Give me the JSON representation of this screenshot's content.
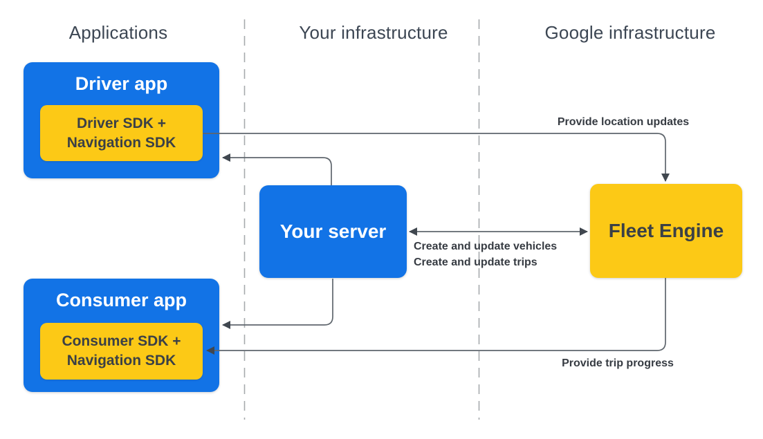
{
  "columns": [
    {
      "label": "Applications"
    },
    {
      "label": "Your infrastructure"
    },
    {
      "label": "Google infrastructure"
    }
  ],
  "nodes": {
    "driver_app": {
      "title": "Driver app",
      "sdk_line1": "Driver SDK +",
      "sdk_line2": "Navigation SDK"
    },
    "consumer_app": {
      "title": "Consumer app",
      "sdk_line1": "Consumer SDK +",
      "sdk_line2": "Navigation SDK"
    },
    "your_server": {
      "title": "Your server"
    },
    "fleet_engine": {
      "title": "Fleet Engine"
    }
  },
  "edges": {
    "provide_location_updates": {
      "label": "Provide location updates"
    },
    "create_and_update": {
      "line1": "Create and update vehicles",
      "line2": "Create and update trips"
    },
    "provide_trip_progress": {
      "label": "Provide trip progress"
    }
  },
  "colors": {
    "node_blue": "#1273e6",
    "node_yellow": "#fcc916",
    "box_text_dark": "#3b4046",
    "box_text_light": "#ffffff",
    "header_text": "#3c4653",
    "edge_stroke": "#5f666d",
    "arrowhead": "#40474f",
    "dashed_divider": "#a6aaad"
  }
}
